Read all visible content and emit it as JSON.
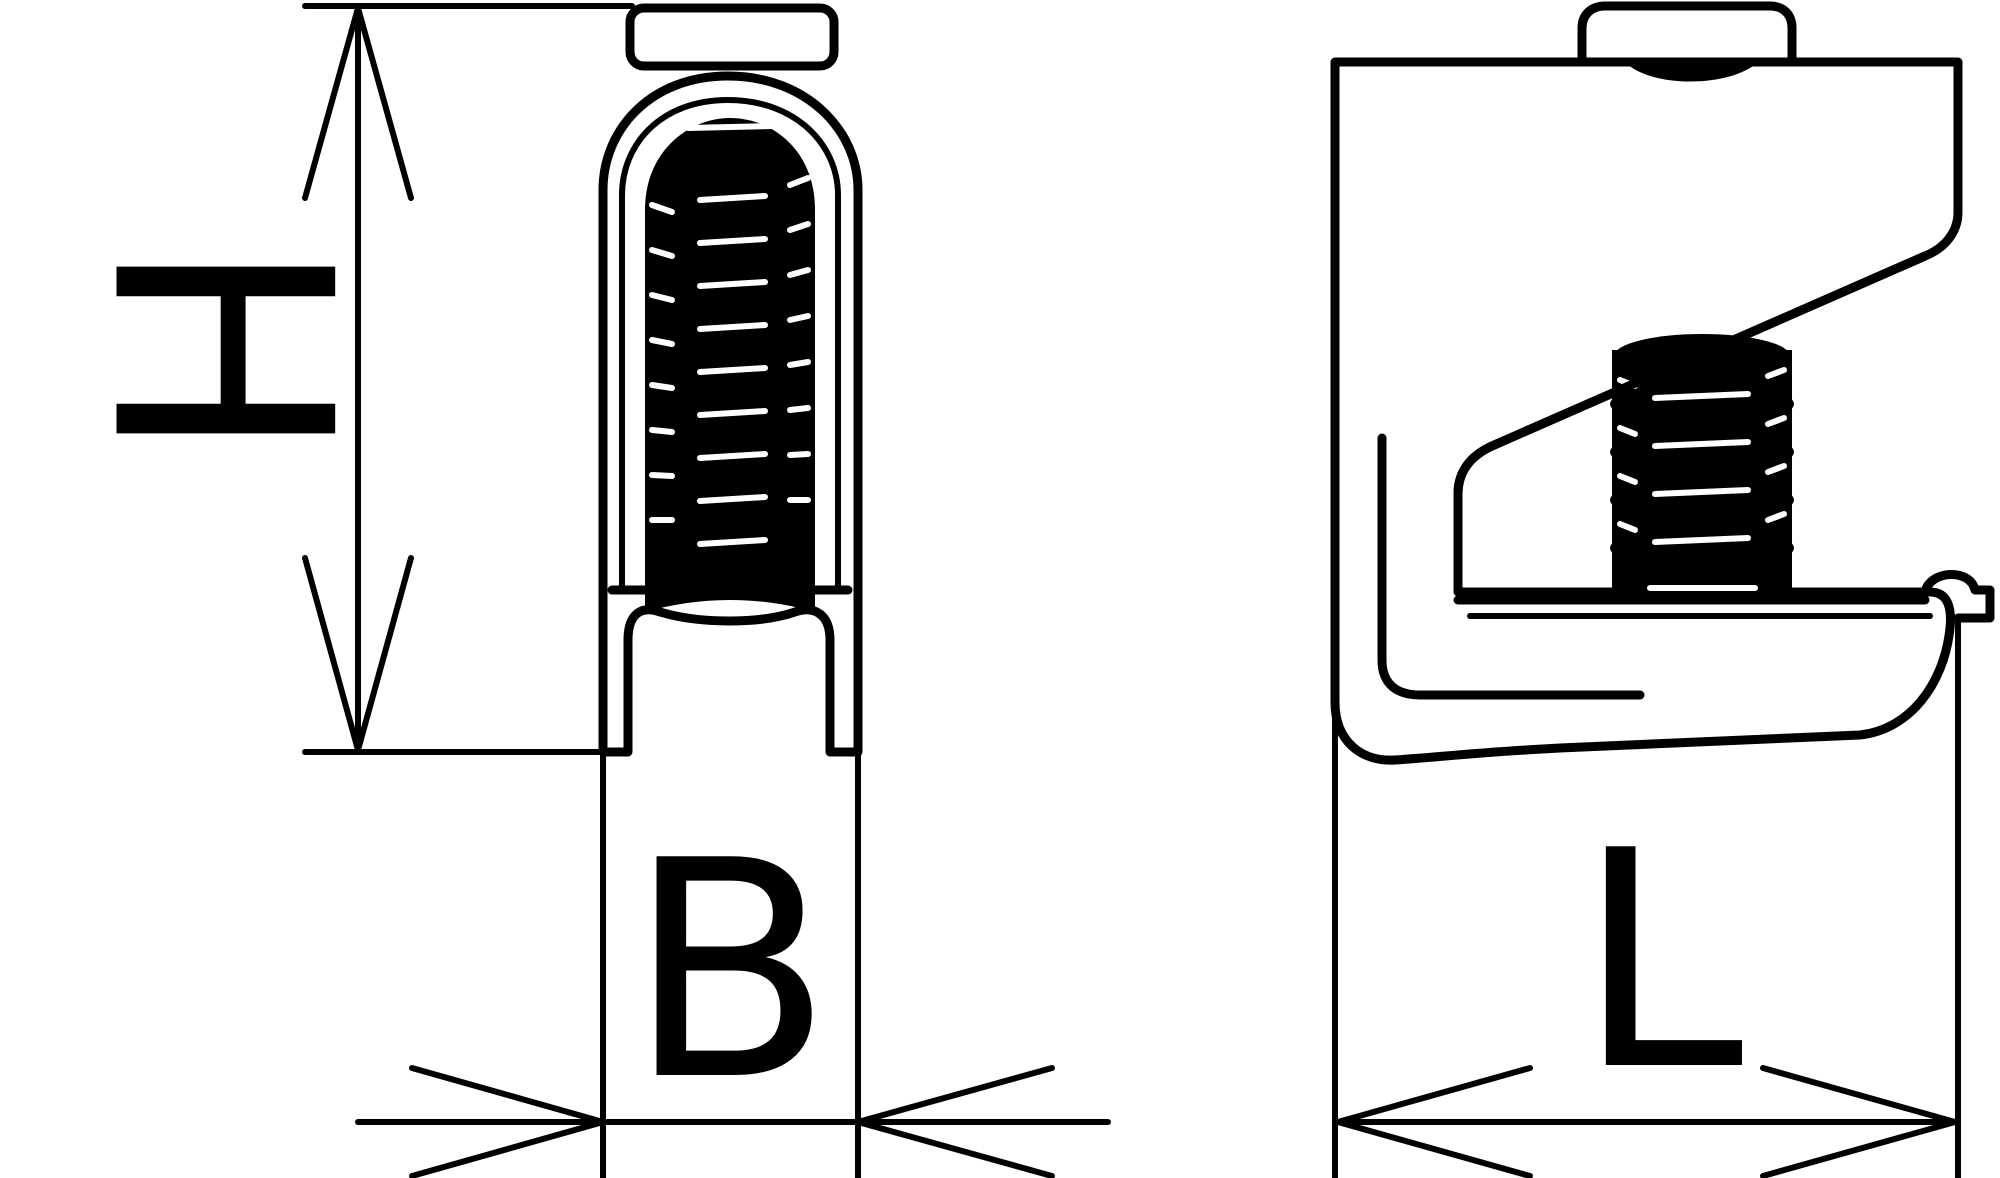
{
  "diagram": {
    "labels": {
      "height": "H",
      "width": "B",
      "length": "L"
    },
    "colors": {
      "line": "#000000",
      "background": "#ffffff"
    }
  }
}
